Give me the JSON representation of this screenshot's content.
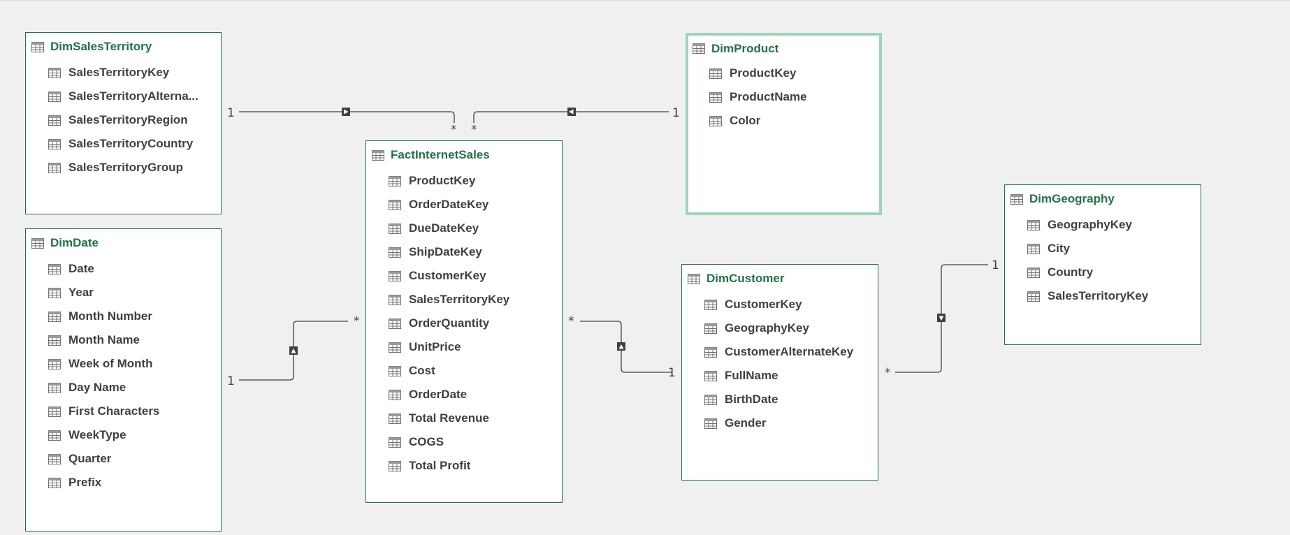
{
  "colors": {
    "table_border": "#217346",
    "table_title": "#217346",
    "selected_border": "#9fd4b8",
    "field_text": "#404040",
    "line": "#404040",
    "background": "#f0f0f0"
  },
  "icons": {
    "table": "table-grid-icon",
    "field": "table-grid-icon",
    "direction_arrow": "filter-direction-arrow-icon"
  },
  "tables": {
    "dimsalesterritory": {
      "name": "DimSalesTerritory",
      "fields": [
        "SalesTerritoryKey",
        "SalesTerritoryAlterna...",
        "SalesTerritoryRegion",
        "SalesTerritoryCountry",
        "SalesTerritoryGroup"
      ]
    },
    "dimdate": {
      "name": "DimDate",
      "fields": [
        "Date",
        "Year",
        "Month Number",
        "Month Name",
        "Week of Month",
        "Day Name",
        "First Characters",
        "WeekType",
        "Quarter",
        "Prefix"
      ]
    },
    "factinternetsales": {
      "name": "FactInternetSales",
      "fields": [
        "ProductKey",
        "OrderDateKey",
        "DueDateKey",
        "ShipDateKey",
        "CustomerKey",
        "SalesTerritoryKey",
        "OrderQuantity",
        "UnitPrice",
        "Cost",
        "OrderDate",
        "Total Revenue",
        "COGS",
        "Total Profit"
      ]
    },
    "dimproduct": {
      "name": "DimProduct",
      "selected": true,
      "fields": [
        "ProductKey",
        "ProductName",
        "Color"
      ]
    },
    "dimcustomer": {
      "name": "DimCustomer",
      "fields": [
        "CustomerKey",
        "GeographyKey",
        "CustomerAlternateKey",
        "FullName",
        "BirthDate",
        "Gender"
      ]
    },
    "dimgeography": {
      "name": "DimGeography",
      "fields": [
        "GeographyKey",
        "City",
        "Country",
        "SalesTerritoryKey"
      ]
    }
  },
  "relationships": [
    {
      "from": "DimSalesTerritory",
      "to": "FactInternetSales",
      "one_label": "1",
      "many_label": "*"
    },
    {
      "from": "DimProduct",
      "to": "FactInternetSales",
      "one_label": "1",
      "many_label": "*"
    },
    {
      "from": "DimDate",
      "to": "FactInternetSales",
      "one_label": "1",
      "many_label": "*"
    },
    {
      "from": "DimCustomer",
      "to": "FactInternetSales",
      "one_label": "1",
      "many_label": "*"
    },
    {
      "from": "DimGeography",
      "to": "DimCustomer",
      "one_label": "1",
      "many_label": "*"
    }
  ]
}
